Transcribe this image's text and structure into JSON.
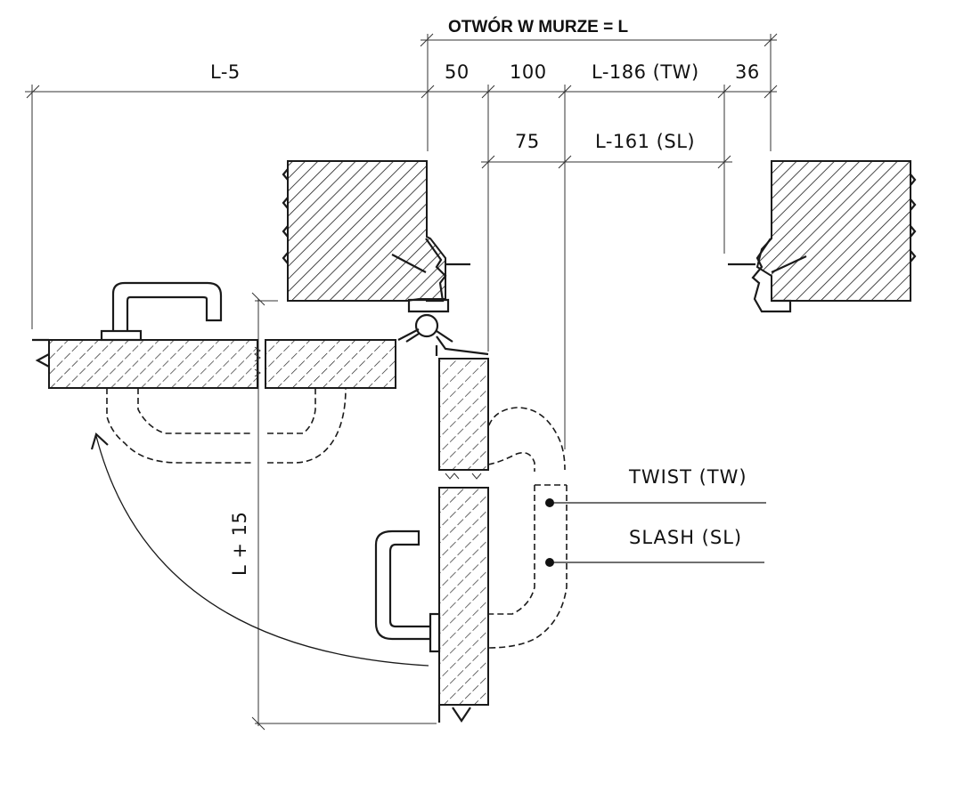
{
  "title": "OTWÓR W MURZE = L",
  "dimensions": {
    "left_width": "L-5",
    "gap_50": "50",
    "gap_100": "100",
    "twist_width": "L-186 (TW)",
    "end_36": "36",
    "gap_75": "75",
    "slash_width": "L-161 (SL)",
    "leaf_width": "L + 15"
  },
  "labels": {
    "twist": "TWIST (TW)",
    "slash": "SLASH (SL)"
  }
}
